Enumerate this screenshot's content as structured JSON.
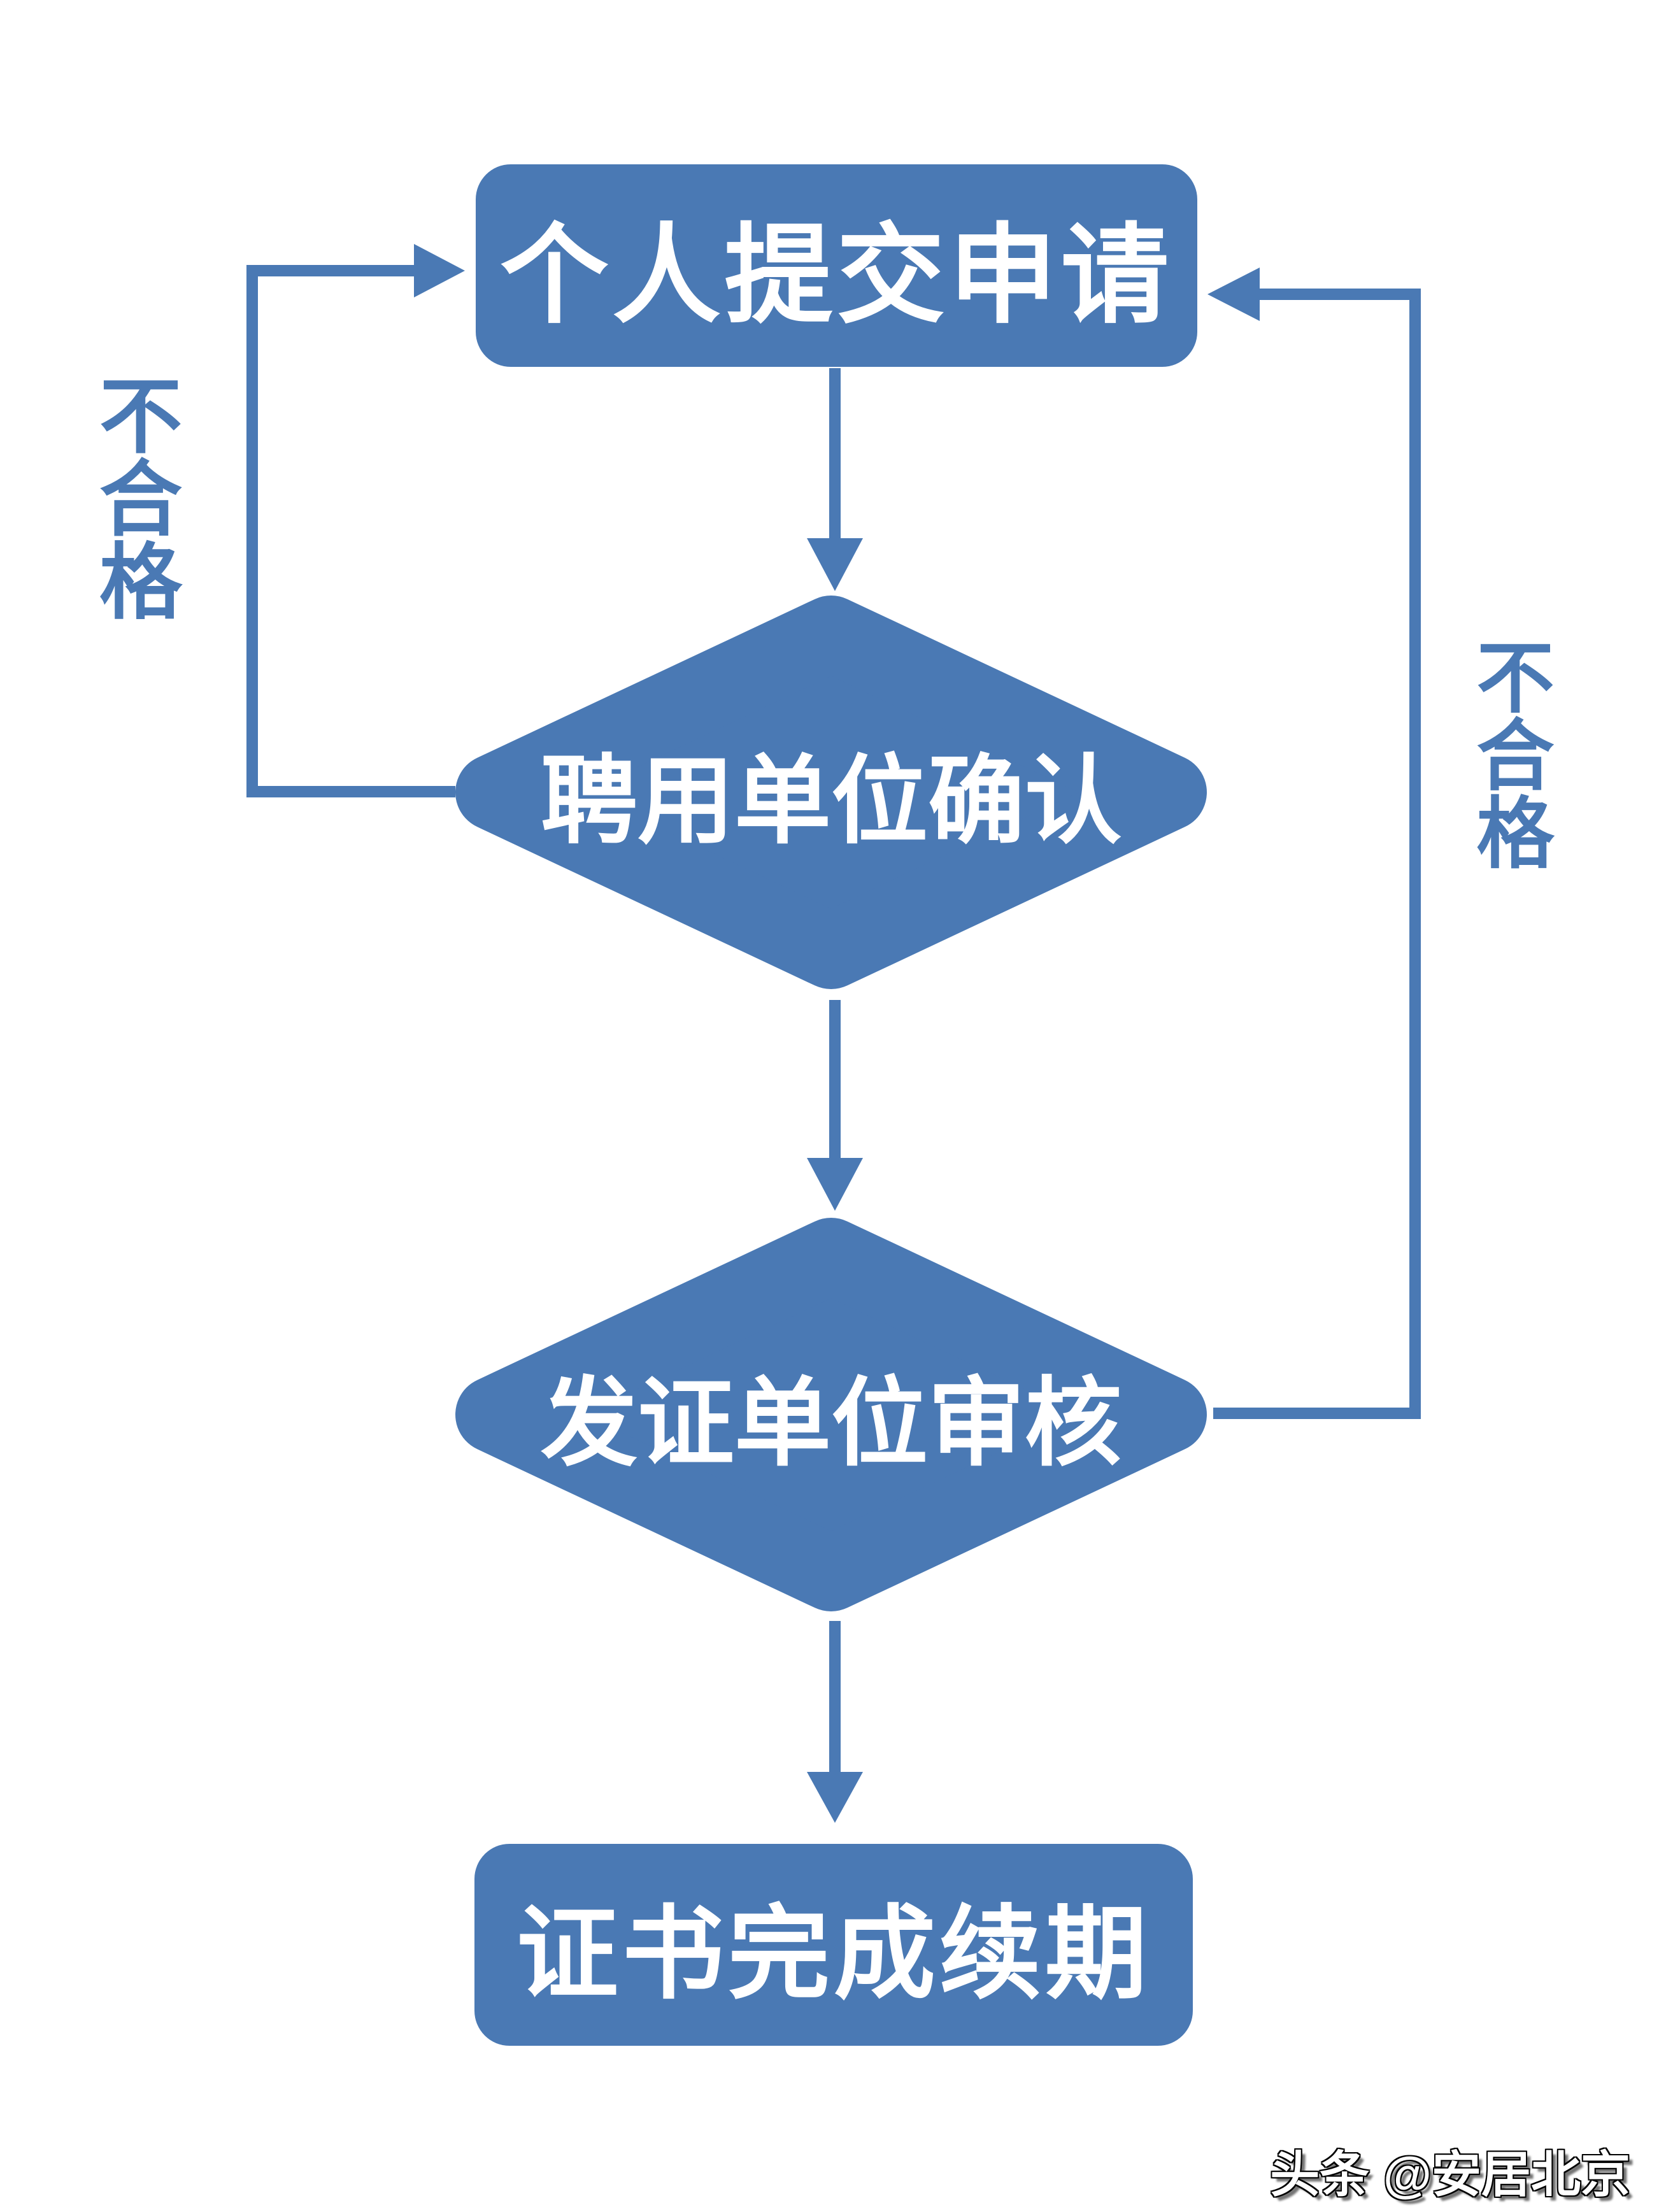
{
  "diagram": {
    "type": "flowchart",
    "accent_color": "#4a79b4",
    "node_text_color": "#ffffff",
    "background_color": "#ffffff",
    "nodes": [
      {
        "id": "submit-application",
        "shape": "rounded-rect",
        "label": "个人提交申请"
      },
      {
        "id": "employer-confirm",
        "shape": "diamond",
        "label": "聘用单位确认"
      },
      {
        "id": "issuer-review",
        "shape": "diamond",
        "label": "发证单位审核"
      },
      {
        "id": "renewal-complete",
        "shape": "rounded-rect",
        "label": "证书完成续期"
      }
    ],
    "edges": [
      {
        "from": "submit-application",
        "to": "employer-confirm",
        "label": "",
        "route": "down"
      },
      {
        "from": "employer-confirm",
        "to": "issuer-review",
        "label": "",
        "route": "down"
      },
      {
        "from": "issuer-review",
        "to": "renewal-complete",
        "label": "",
        "route": "down"
      },
      {
        "from": "employer-confirm",
        "to": "submit-application",
        "label": "不合格",
        "route": "left-loop"
      },
      {
        "from": "issuer-review",
        "to": "submit-application",
        "label": "不合格",
        "route": "right-loop"
      }
    ]
  },
  "watermark": {
    "text": "头条 @安居北京"
  }
}
